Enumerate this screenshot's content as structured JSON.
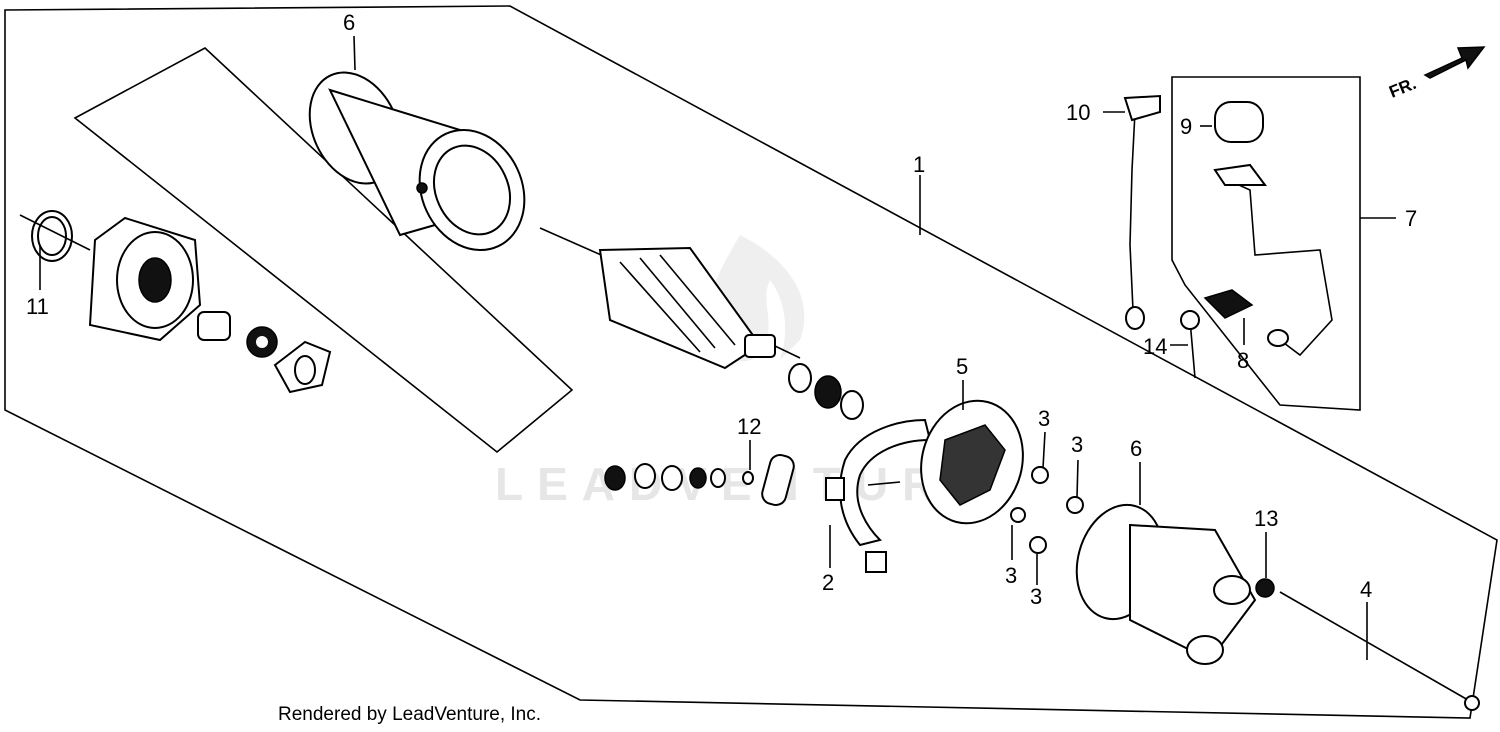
{
  "callouts": {
    "c1": "1",
    "c2": "2",
    "c3a": "3",
    "c3b": "3",
    "c3c": "3",
    "c3d": "3",
    "c4": "4",
    "c5": "5",
    "c6a": "6",
    "c6b": "6",
    "c7": "7",
    "c8": "8",
    "c9": "9",
    "c10": "10",
    "c11": "11",
    "c12": "12",
    "c13": "13",
    "c14": "14"
  },
  "front_arrow": "FR.",
  "watermark": "LEADVENTURE",
  "footer": "Rendered by LeadVenture, Inc."
}
